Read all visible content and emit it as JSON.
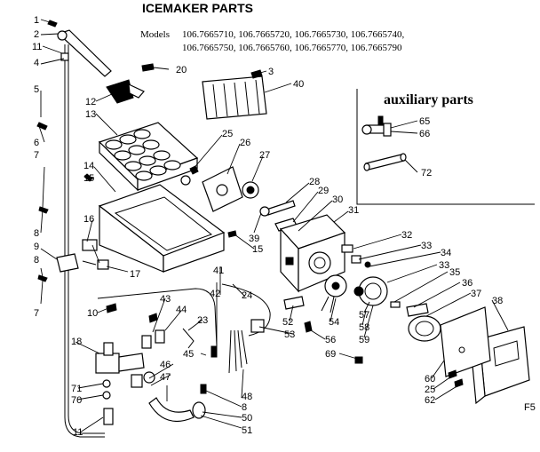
{
  "title": "ICEMAKER PARTS",
  "models_label": "Models",
  "models_line1": "106.7665710, 106.7665720, 106.7665730, 106.7665740,",
  "models_line2": "106.7665750, 106.7665760, 106.7665770, 106.7665790",
  "auxiliary_title": "auxiliary parts",
  "corner_code": "F5",
  "part_numbers": [
    "1",
    "2",
    "11",
    "4",
    "5",
    "6",
    "7",
    "8",
    "9",
    "8",
    "7",
    "10",
    "18",
    "71",
    "70",
    "11",
    "20",
    "3",
    "40",
    "12",
    "13",
    "14",
    "15",
    "16",
    "17",
    "25",
    "26",
    "27",
    "28",
    "29",
    "30",
    "31",
    "39",
    "15",
    "24",
    "41",
    "42",
    "43",
    "44",
    "23",
    "45",
    "46",
    "47",
    "48",
    "8",
    "50",
    "51",
    "52",
    "53",
    "54",
    "56",
    "69",
    "57",
    "58",
    "59",
    "32",
    "33",
    "34",
    "33",
    "35",
    "36",
    "37",
    "38",
    "60",
    "25",
    "62",
    "65",
    "66",
    "72"
  ]
}
